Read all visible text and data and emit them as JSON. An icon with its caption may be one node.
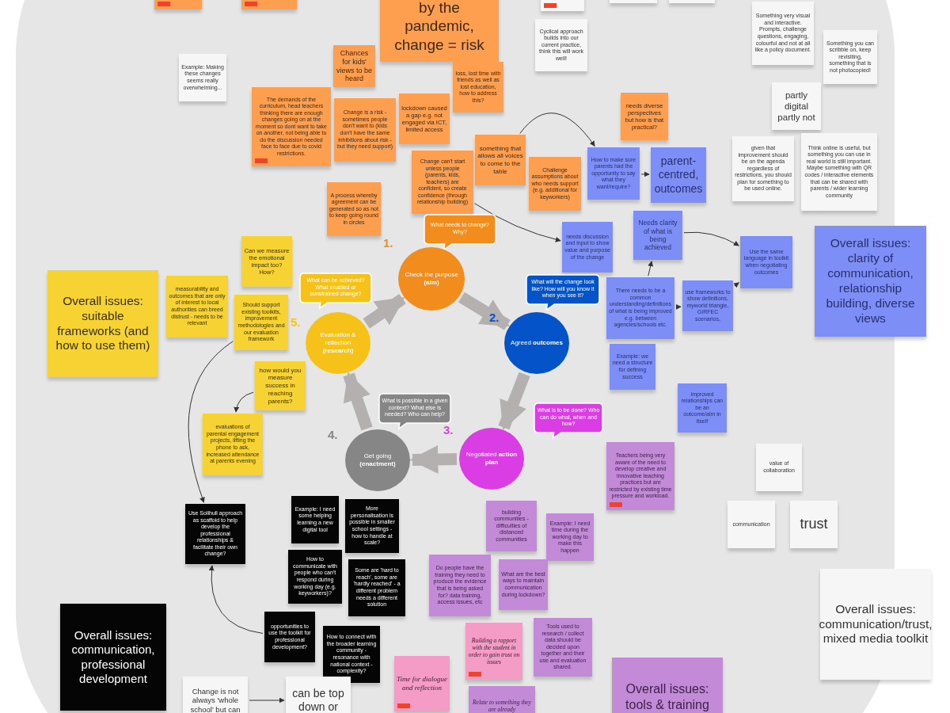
{
  "diagram": {
    "nodes": [
      {
        "text": [],
        "shape": "box"
      },
      {
        "text": [],
        "shape": "box"
      },
      {
        "text": [
          "by the pandemic, change = risk"
        ]
      },
      {
        "text": [],
        "shape": "box"
      },
      {
        "text": [],
        "shape": "box"
      },
      {
        "text": [],
        "shape": "box"
      },
      {
        "text": [
          "Something very visual and interactive. Prompts, challenge questions, engaging, colourful and not at all like a policy document."
        ]
      },
      {
        "text": [
          "Cyclical approach builds into our current practice, think this will work well!"
        ]
      },
      {
        "text": [
          "Something you can scribble on, keep revisiting, something that is not photocopied!"
        ]
      },
      {
        "text": [
          "Example: Making these changes seems really overwhelming..."
        ]
      },
      {
        "text": [
          "Chances for kids' views to be heard"
        ]
      },
      {
        "text": [
          "loss, lost time with friends as well as lost education, how to address this?"
        ]
      },
      {
        "text": [
          "The demands of the curriculum, head teachers thinking there are enough changes going on at the moment so dont want to take on another, not being able to do the discussion needed face to face due to covid restrictions."
        ]
      },
      {
        "text": [
          "Change is a risk - sometimes people don't want to (kids don't have the same inhibitions about risk - but they need support)"
        ]
      },
      {
        "text": [
          "lockdown caused a gap e.g. not engaged via ICT, limited access"
        ]
      },
      {
        "text": [
          "needs diverse perspectives but how is that practical?"
        ]
      },
      {
        "text": [
          "partly digital partly not"
        ]
      },
      {
        "text": [
          "something that allows all voices to come to the table"
        ]
      },
      {
        "text": [
          "Change can't start unless people (parents, kids, teachers) are confident, so create confidence (through relationship building)"
        ]
      },
      {
        "text": [
          "Challenge assumptions about who needs support (e.g. additional for keyworkers)"
        ]
      },
      {
        "text": [
          "How to make sure parents had the opportunity to say what they want/require?"
        ]
      },
      {
        "text": [
          "parent-centred, outcomes"
        ]
      },
      {
        "text": [
          "given that improvement should be on the agenda regardless of restrictions, you should plan for something to be used online."
        ]
      },
      {
        "text": [
          "Think online is useful, but something you can use in real world is still important. Maybe something with QR codes / interactive elements that can be shared with parents / wider learning community"
        ]
      },
      {
        "text": [
          "A process whereby agreement can be generated so as not to keep going round in circles"
        ]
      },
      {
        "text": [
          "What needs to change? Why?"
        ]
      },
      {
        "text": [
          "Check the purpose **(aim)**"
        ],
        "beside": [
          "1."
        ]
      },
      {
        "text": [
          "needs discussion and input to show value and purpose of the change"
        ]
      },
      {
        "text": [
          "Needs clarity of what is being achieved"
        ]
      },
      {
        "text": [
          "Use the same language in toolkit when negotiating outcomes"
        ]
      },
      {
        "text": [
          "Overall issues: clarity of communication, relationship building, diverse views"
        ]
      },
      {
        "text": [
          "Can we measure the emotional impact too? How?"
        ]
      },
      {
        "text": [
          "Overall issues: suitable frameworks (and how to use them)"
        ]
      },
      {
        "text": [
          "measurability and outcomes that are only of interest to local authorities can breed distrust - needs to be relevant"
        ]
      },
      {
        "text": [
          "Should support existing toolkits, improvement methodologies and our evaluation framework"
        ]
      },
      {
        "text": [
          "What can be achieved? What enabled or constrained change?"
        ]
      },
      {
        "text": [
          "Evaluation & reflection **(research)**"
        ],
        "beside": [
          "5."
        ]
      },
      {
        "text": [
          "What will the change look like? How will you know it when you see it?"
        ]
      },
      {
        "text": [
          "Agreed **outcomes**"
        ],
        "beside": [
          "2."
        ]
      },
      {
        "text": [
          "There needs to be a common understanding/definitions of what is being improved e.g. between agencies/schools etc."
        ]
      },
      {
        "text": [
          "use frameworks to show definitions, myworld triangle, GIRFEC scenarios,"
        ]
      },
      {
        "text": [
          "Example: we need a structure for defining success"
        ]
      },
      {
        "text": [
          "how would you measure success in reaching parents?"
        ]
      },
      {
        "text": [
          "evaluations of parental engagement projects, lifting the phone to ask, increased attendance at parents evening"
        ]
      },
      {
        "text": [
          "improved relationships can be an outcome/aim in itself"
        ]
      },
      {
        "text": [
          "What is possible in a given context? What else is needed? Who can help?"
        ]
      },
      {
        "text": [
          "What is to be done? Who can do what, when and how?"
        ]
      },
      {
        "text": [
          "Get going **(enactment)**"
        ],
        "beside": [
          "4."
        ]
      },
      {
        "text": [
          "Negotiated **action plan**"
        ],
        "beside": [
          "3."
        ]
      },
      {
        "text": [
          "Teachers being very aware of the need to develop creative and innovative teaching practices but are restricted by existing time pressure and workload."
        ]
      },
      {
        "text": [
          "value of collaboration"
        ]
      },
      {
        "text": [
          "Example: I need some helping learning a new digital tool"
        ]
      },
      {
        "text": [
          "More personalisation is possible in smaller school settings - how to handle at scale?"
        ]
      },
      {
        "text": [
          "Use Solihull approach as scaffold to help develop the professional relationships & facilitate their own change?"
        ]
      },
      {
        "text": [
          "building communities - difficulties of distanced communities"
        ]
      },
      {
        "text": [
          "Example: I need time during the working day to make this happen"
        ]
      },
      {
        "text": [
          "communication"
        ]
      },
      {
        "text": [
          "trust"
        ]
      },
      {
        "text": [
          "How to communicate with people who can't respond during working day (e.g. keyworkers)?"
        ]
      },
      {
        "text": [
          "Some are 'hard to reach', some are 'hardly reached' - a different problem needs a different solution"
        ]
      },
      {
        "text": [
          "Do people have the training they need to produce the evidence that is being asked for? data training, access issues, etc"
        ]
      },
      {
        "text": [
          "What are the best ways to maintain communication during lockdown?"
        ]
      },
      {
        "text": [
          "opportunities to use the toolkit for professional development?"
        ]
      },
      {
        "text": [
          "Overall issues: communication/trust, mixed media toolkit"
        ]
      },
      {
        "text": [
          "Building a rapport with the student in order to gain trust on issues"
        ]
      },
      {
        "text": [
          "Tools used to research / collect data should be decided upon together and their use and evaluation shared."
        ]
      },
      {
        "text": [
          "How to connect with the broader learning community - resonance with national context - complexity?"
        ]
      },
      {
        "text": [
          "Overall issues: communication, professional development"
        ]
      },
      {
        "text": [
          "Time for dialogue and reflection"
        ]
      },
      {
        "text": [
          "Overall issues: tools & training"
        ]
      },
      {
        "text": [
          "Change is not always 'whole school' but can"
        ]
      },
      {
        "text": [
          "can be top down or"
        ]
      },
      {
        "text": [
          "Relate to something they are already"
        ]
      }
    ],
    "edges": [
      {
        "from": 17,
        "to": 20,
        "arrow": "to"
      },
      {
        "from": 20,
        "to": 21,
        "arrow": "to"
      },
      {
        "from": 18,
        "to": 27,
        "arrow": "to"
      },
      {
        "from": 39,
        "to": 28,
        "arrow": "to"
      },
      {
        "from": 39,
        "to": 40,
        "arrow": "to"
      },
      {
        "from": 28,
        "to": 29,
        "arrow": "to"
      },
      {
        "from": 40,
        "to": 29,
        "arrow": "to"
      },
      {
        "from": 34,
        "to": 53,
        "arrow": "to"
      },
      {
        "from": 42,
        "to": 43,
        "arrow": "to"
      },
      {
        "from": 62,
        "to": 53,
        "arrow": "to"
      },
      {
        "from": 70,
        "to": 71,
        "arrow": "to"
      },
      {
        "from": 26,
        "to": 38,
        "arrow": "to",
        "style": "thick",
        "color": "#b5b0b0"
      },
      {
        "from": 38,
        "to": 48,
        "arrow": "to",
        "style": "thick",
        "color": "#b5b0b0"
      },
      {
        "from": 48,
        "to": 47,
        "arrow": "to",
        "style": "thick",
        "color": "#b5b0b0"
      },
      {
        "from": 47,
        "to": 36,
        "arrow": "to",
        "style": "thick",
        "color": "#b5b0b0"
      },
      {
        "from": 36,
        "to": 26,
        "arrow": "to",
        "style": "thick",
        "color": "#b5b0b0"
      }
    ]
  }
}
